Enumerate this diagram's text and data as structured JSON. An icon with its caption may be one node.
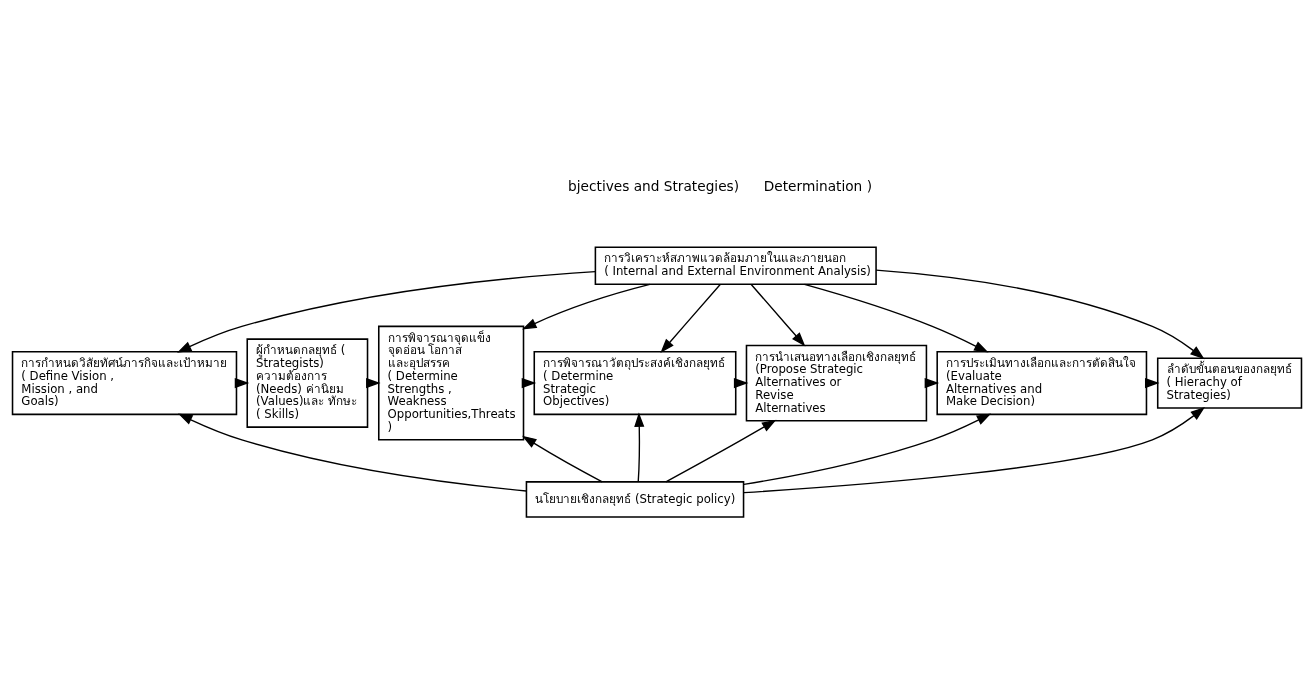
{
  "diagram": {
    "nodes": [
      {
        "text": [
          "การวิเคราะห์สภาพแวดล้อมภายในและภายนอก",
          "( Internal and External Environment Analysis)"
        ]
      },
      {
        "text": [
          "การกำหนดวิสัยทัศน์ภารกิจและเป้าหมาย",
          "( Define Vision , Mission , and Goals)"
        ]
      },
      {
        "text": [
          "ผู้กำหนดกลยุทธ์ ( Strategists) ความต้องการ (Needs) ค่านิยม (Values)และ ทักษะ ( Skills)"
        ]
      },
      {
        "text": [
          "การพิจารณาจุดแข็ง จุดอ่อน โอกาส และอุปสรรค",
          "( Determine Strengths , Weakness Opportunities,Threats )"
        ]
      },
      {
        "text": [
          "การพิจารณาวัตถุประสงค์เชิงกลยุทธ์",
          "( Determine Strategic Objectives)"
        ]
      },
      {
        "text": [
          "การนำเสนอทางเลือกเชิงกลยุทธ์",
          "(Propose Strategic Alternatives or Revise Alternatives"
        ]
      },
      {
        "text": [
          "การประเมินทางเลือกและการตัดสินใจ",
          "(Evaluate Alternatives and Make Decision)"
        ]
      },
      {
        "text": [
          "ลำดับขั้นตอนของกลยุทธ์",
          "( Hierachy of Strategies)"
        ]
      },
      {
        "text": [
          "นโยบายเชิงกลยุทธ์ (Strategic policy)"
        ]
      }
    ],
    "edges": [
      {
        "from": 0,
        "to": 1,
        "arrow": "to"
      },
      {
        "from": 0,
        "to": 3,
        "arrow": "to"
      },
      {
        "from": 0,
        "to": 4,
        "arrow": "to"
      },
      {
        "from": 0,
        "to": 5,
        "arrow": "to"
      },
      {
        "from": 0,
        "to": 6,
        "arrow": "to"
      },
      {
        "from": 0,
        "to": 7,
        "arrow": "to"
      },
      {
        "from": 1,
        "to": 2,
        "arrow": "to"
      },
      {
        "from": 2,
        "to": 3,
        "arrow": "to"
      },
      {
        "from": 3,
        "to": 4,
        "arrow": "to"
      },
      {
        "from": 4,
        "to": 5,
        "arrow": "to"
      },
      {
        "from": 5,
        "to": 6,
        "arrow": "to"
      },
      {
        "from": 6,
        "to": 7,
        "arrow": "to"
      },
      {
        "from": 8,
        "to": 3,
        "arrow": "to"
      },
      {
        "from": 8,
        "to": 1,
        "arrow": "to"
      },
      {
        "from": 8,
        "to": 4,
        "arrow": "to"
      },
      {
        "from": 8,
        "to": 5,
        "arrow": "to"
      },
      {
        "from": 8,
        "to": 6,
        "arrow": "to"
      },
      {
        "from": 8,
        "to": 7,
        "arrow": "to"
      }
    ],
    "labels": [
      "bjectives and Strategies)",
      "Determination )"
    ]
  }
}
